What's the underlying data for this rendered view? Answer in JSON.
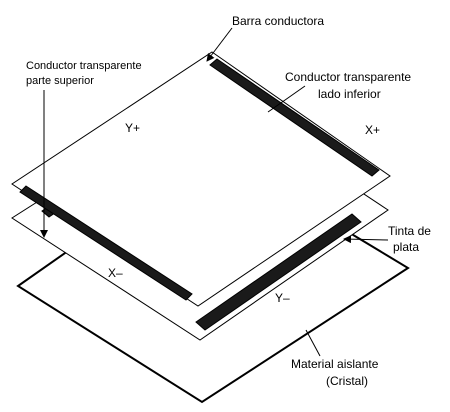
{
  "diagram": {
    "labels": {
      "busbar": "Barra conductora",
      "top_conductor_line1": "Conductor transparente",
      "top_conductor_line2": "parte superior",
      "bottom_conductor_line1": "Conductor transparente",
      "bottom_conductor_line2": "lado inferior",
      "silver_ink_line1": "Tinta de",
      "silver_ink_line2": "plata",
      "insulator_line1": "Material aislante",
      "insulator_line2": "(Cristal)"
    },
    "electrodes": {
      "y_plus": "Y+",
      "x_plus": "X+",
      "x_minus": "X–",
      "y_minus": "Y–"
    },
    "colors": {
      "line": "#000000",
      "bar": "#1a1a1a",
      "background": "#ffffff"
    }
  }
}
